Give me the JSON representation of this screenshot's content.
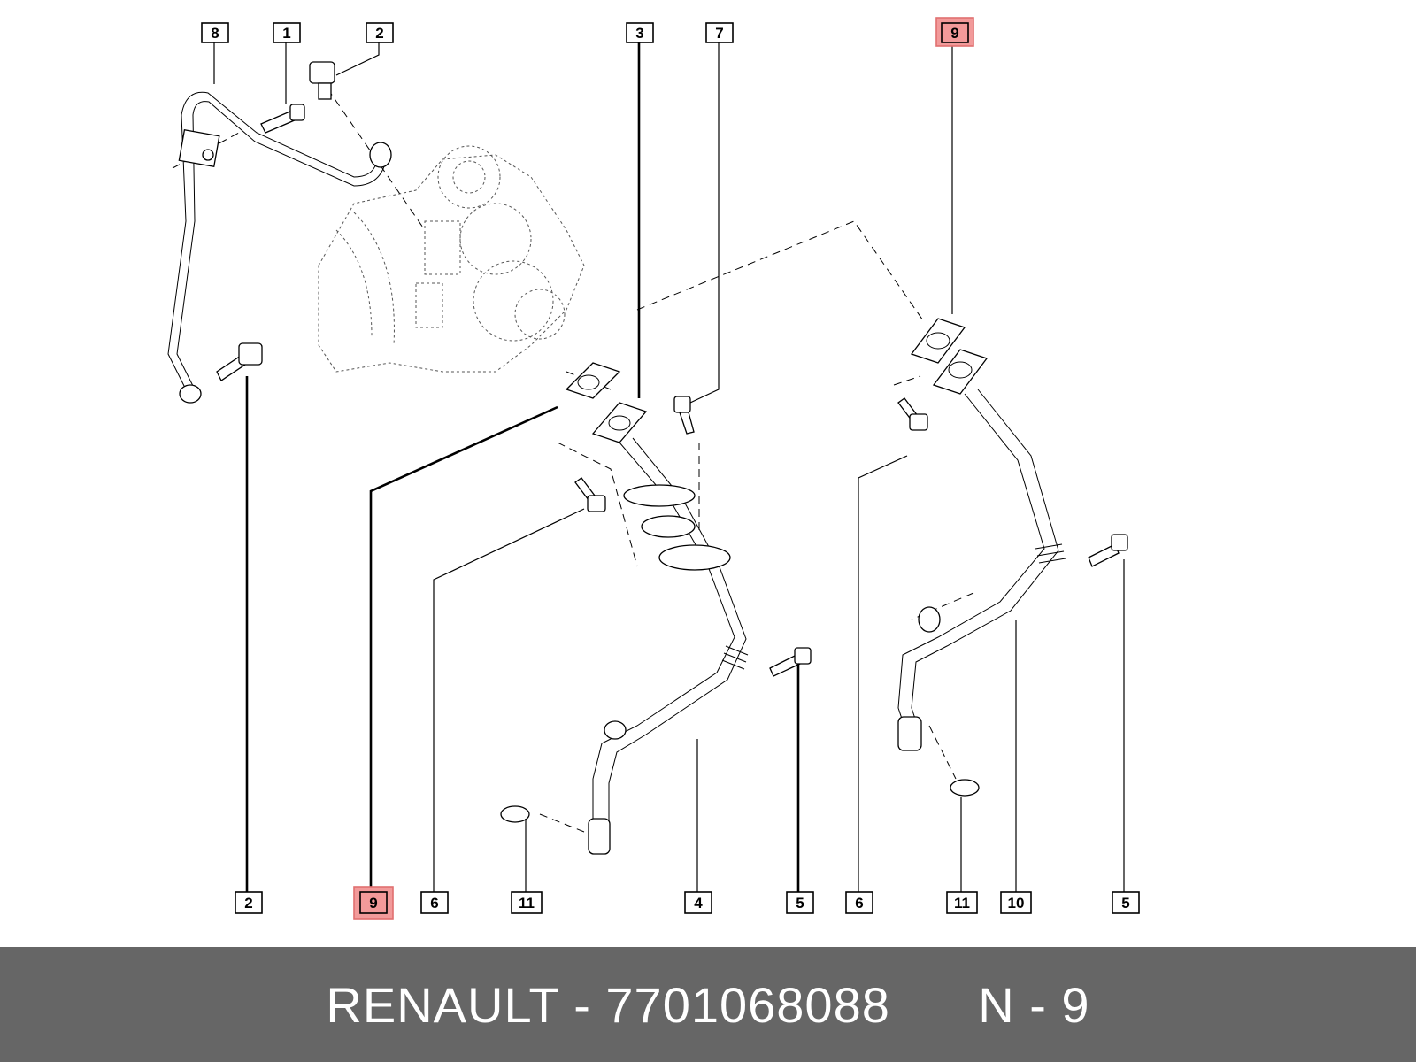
{
  "callouts": {
    "top": [
      "8",
      "1",
      "2",
      "3",
      "7",
      "9"
    ],
    "bottom": [
      "2",
      "9",
      "6",
      "11",
      "4",
      "5",
      "6",
      "11",
      "10",
      "5"
    ]
  },
  "highlight_color": "#f29a9a",
  "footer": {
    "brand": "RENAULT",
    "separator": " - ",
    "part_number": "7701068088",
    "position": "N - 9",
    "background": "#666666"
  }
}
